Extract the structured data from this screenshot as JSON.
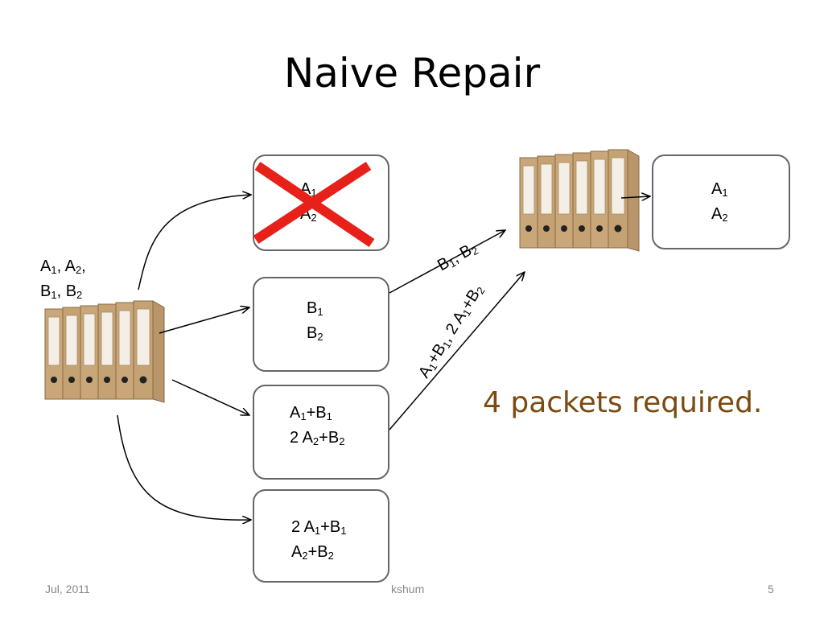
{
  "slide": {
    "title": "Naive Repair",
    "note": "4 packets required.",
    "footer_left": "Jul, 2011",
    "footer_center": "kshum",
    "footer_right": "5",
    "accent_note_color": "#7a4a10",
    "cross_color": "#e8201a"
  },
  "source": {
    "line1": [
      "A",
      "1",
      ", A",
      "2",
      ","
    ],
    "line2": [
      "B",
      "1",
      ", B",
      "2",
      ""
    ]
  },
  "nodes": {
    "failed": {
      "line1": [
        "A",
        "1"
      ],
      "line2": [
        "A",
        "2"
      ]
    },
    "node2": {
      "line1": [
        "B",
        "1"
      ],
      "line2": [
        "B",
        "2"
      ]
    },
    "node3": {
      "line1": [
        "A",
        "1",
        "+B",
        "1"
      ],
      "line2": [
        "2 A",
        "2",
        "+B",
        "2"
      ]
    },
    "node4": {
      "line1": [
        "2 A",
        "1",
        "+B",
        "1"
      ],
      "line2": [
        "A",
        "2",
        "+B",
        "2"
      ]
    },
    "newnode": {
      "line1": [
        "A",
        "1"
      ],
      "line2": [
        "A",
        "2"
      ]
    }
  },
  "edges": {
    "upper": [
      "B",
      "1",
      ",  B",
      "2"
    ],
    "lower": [
      "A",
      "1",
      "+B",
      "1",
      ", 2 A",
      "1",
      "+B",
      "2"
    ]
  }
}
